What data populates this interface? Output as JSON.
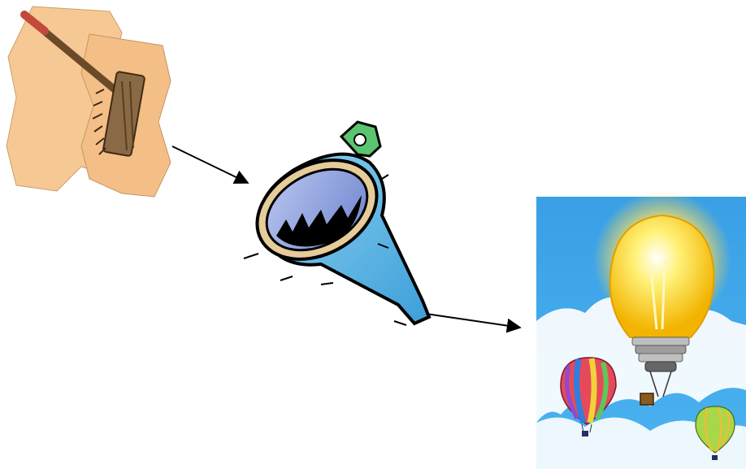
{
  "diagram": {
    "nodes": [
      {
        "id": "papers-brush",
        "icon": "papers-and-brush-icon"
      },
      {
        "id": "funnel",
        "icon": "funnel-icon"
      },
      {
        "id": "idea",
        "icon": "lightbulb-and-balloons-icon"
      }
    ],
    "edges": [
      {
        "from": "papers-brush",
        "to": "funnel"
      },
      {
        "from": "funnel",
        "to": "idea"
      }
    ]
  }
}
